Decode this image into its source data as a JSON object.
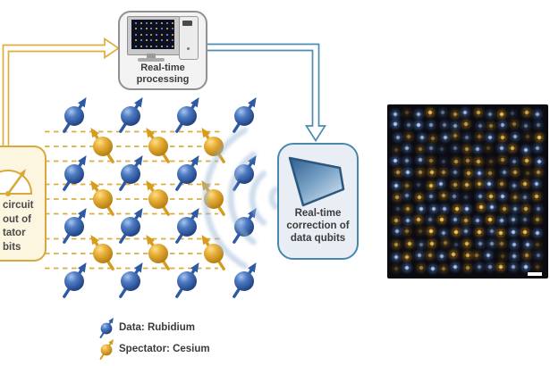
{
  "processing_box": {
    "lines": [
      "Real-time",
      "processing"
    ]
  },
  "correction_box": {
    "lines": [
      "Real-time",
      "correction of",
      "data qubits"
    ]
  },
  "readout_box": {
    "lines": [
      "circuit",
      "out of",
      "tator",
      "bits"
    ]
  },
  "legend": {
    "items": [
      {
        "species": "rubidium",
        "color": "#2e59a4",
        "label": "Data: Rubidium"
      },
      {
        "species": "cesium",
        "color": "#d89c1c",
        "label": "Spectator: Cesium"
      }
    ]
  },
  "lattice": {
    "data_rows": {
      "ys": [
        130,
        195,
        254,
        315
      ],
      "xs": [
        83,
        146,
        209,
        273
      ]
    },
    "spectator_rows": {
      "ys": [
        164,
        223,
        284
      ],
      "xs": [
        115,
        177,
        239
      ]
    }
  },
  "fluorescence": {
    "rows": 14,
    "cols": 13,
    "has_scale_bar": true
  },
  "colors": {
    "gold": "#d8a93a",
    "gold_arrow": "#dfae3c",
    "cream": "#fcf5e0",
    "blue_accent": "#4b8cb0",
    "correction_border": "#4a87ad",
    "ball_blue": "#2e59a4",
    "ball_yellow": "#d89c1c",
    "fluor_bg": "#0a0a10",
    "fluor_blue": "#cfe3ff",
    "fluor_yellow": "#f2c35a",
    "label_gray": "#3c3c3c"
  }
}
